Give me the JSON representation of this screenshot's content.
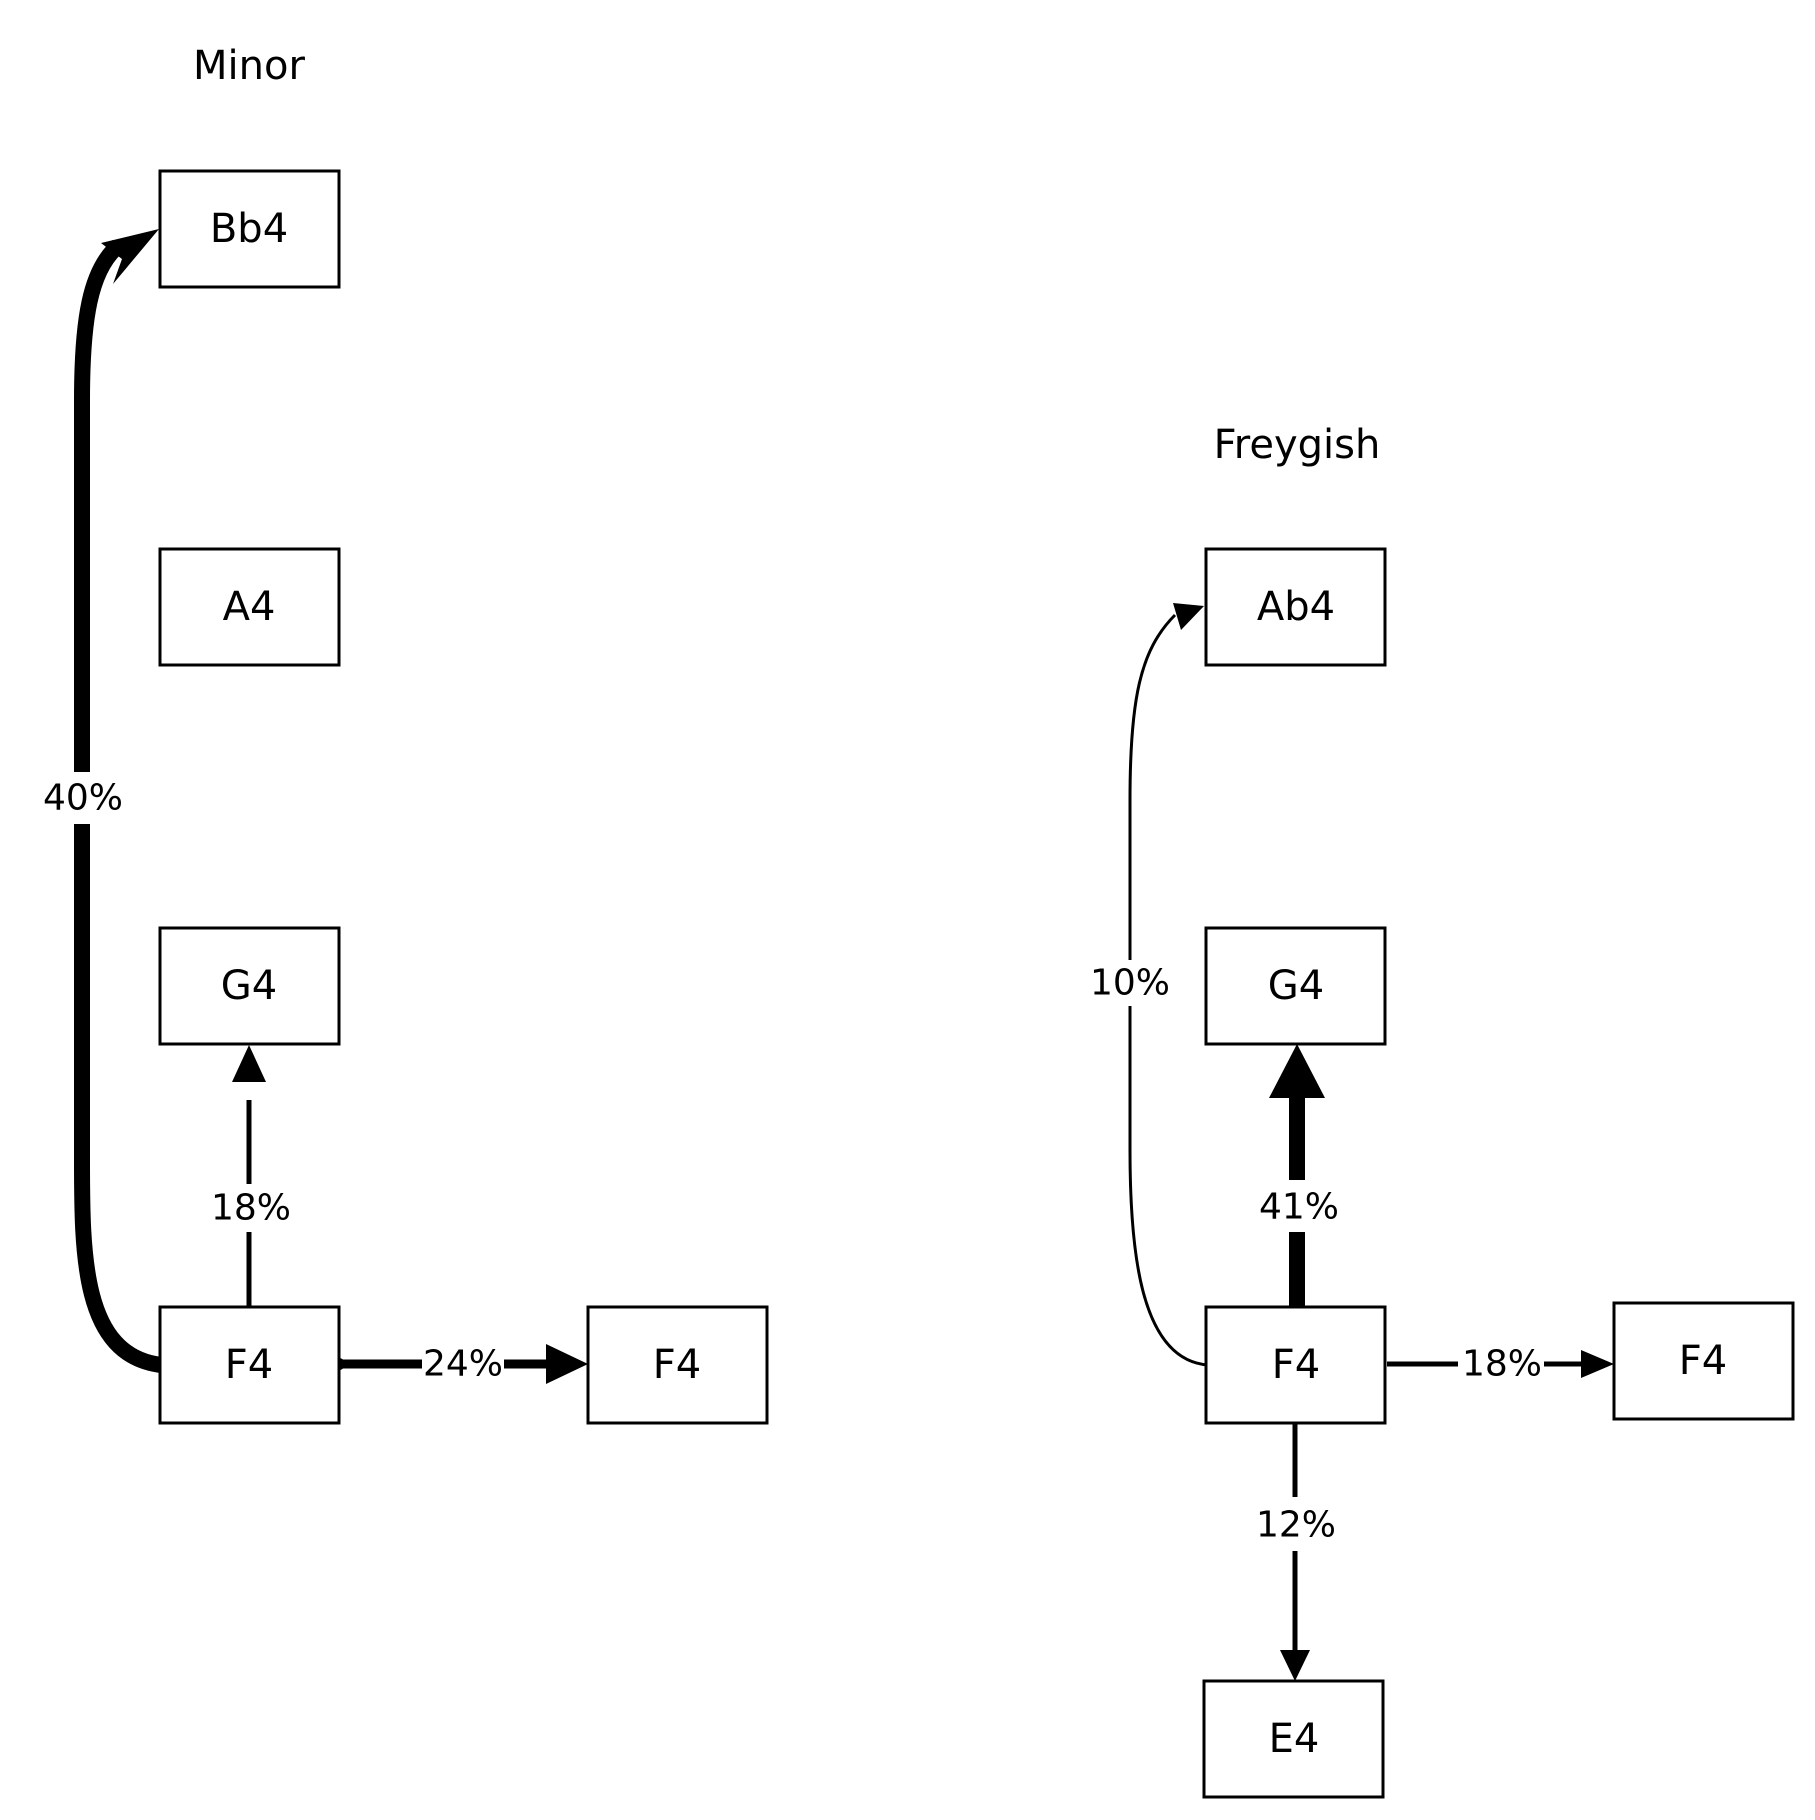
{
  "diagrams": [
    {
      "title": "Minor",
      "nodes": [
        {
          "id": "m_bb4",
          "label": "Bb4"
        },
        {
          "id": "m_a4",
          "label": "A4"
        },
        {
          "id": "m_g4",
          "label": "G4"
        },
        {
          "id": "m_f4",
          "label": "F4"
        },
        {
          "id": "m_f4_next",
          "label": "F4"
        }
      ],
      "edges": [
        {
          "from": "m_f4",
          "to": "m_bb4",
          "label": "40%",
          "weight": 0.4
        },
        {
          "from": "m_f4",
          "to": "m_g4",
          "label": "18%",
          "weight": 0.18
        },
        {
          "from": "m_f4",
          "to": "m_f4_next",
          "label": "24%",
          "weight": 0.24
        }
      ]
    },
    {
      "title": "Freygish",
      "nodes": [
        {
          "id": "f_ab4",
          "label": "Ab4"
        },
        {
          "id": "f_g4",
          "label": "G4"
        },
        {
          "id": "f_f4",
          "label": "F4"
        },
        {
          "id": "f_f4_next",
          "label": "F4"
        },
        {
          "id": "f_e4",
          "label": "E4"
        }
      ],
      "edges": [
        {
          "from": "f_f4",
          "to": "f_ab4",
          "label": "10%",
          "weight": 0.1
        },
        {
          "from": "f_f4",
          "to": "f_g4",
          "label": "41%",
          "weight": 0.41
        },
        {
          "from": "f_f4",
          "to": "f_f4_next",
          "label": "18%",
          "weight": 0.18
        },
        {
          "from": "f_f4",
          "to": "f_e4",
          "label": "12%",
          "weight": 0.12
        }
      ]
    }
  ]
}
